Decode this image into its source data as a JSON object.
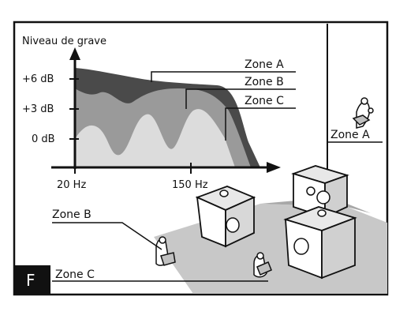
{
  "chart": {
    "ylabel": "Niveau de grave",
    "yticks": [
      "+6 dB",
      "+3 dB",
      "0 dB"
    ],
    "xticks": [
      "20 Hz",
      "150 Hz"
    ],
    "zones": [
      "Zone A",
      "Zone B",
      "Zone C"
    ]
  },
  "room": {
    "zone_a": "Zone A",
    "zone_b": "Zone B",
    "zone_c": "Zone C"
  },
  "badge": "F",
  "colors": {
    "zone_a": "#4a4a4a",
    "zone_b": "#9a9a9a",
    "zone_c": "#dcdcdc",
    "line": "#111111"
  }
}
